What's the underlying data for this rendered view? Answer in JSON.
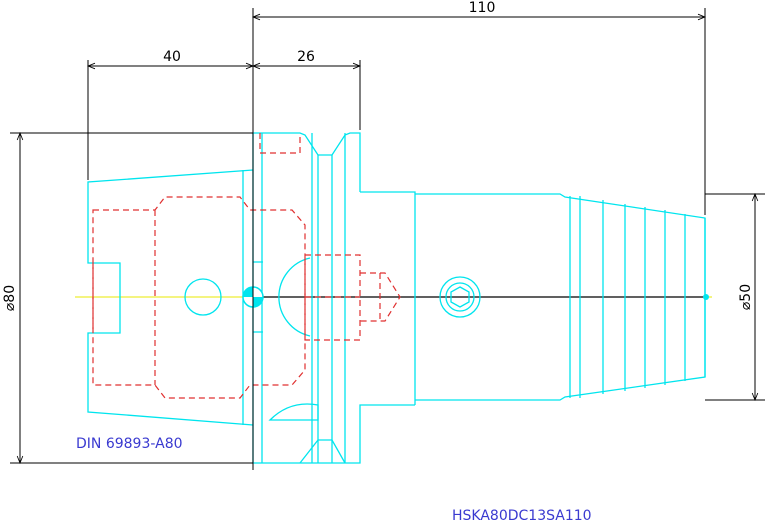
{
  "dimensions": {
    "overall_length": "110",
    "taper_length": "40",
    "flange_length": "26",
    "flange_diameter": "⌀80",
    "shank_diameter": "⌀50"
  },
  "notes": {
    "standard": "DIN 69893-A80",
    "part_number": "HSKA80DC13SA110"
  },
  "colors": {
    "outline": "#00e5ee",
    "hidden": "#e03030",
    "dimension": "#000000",
    "centerline": "#e8e800",
    "note": "#3a3ad0"
  }
}
